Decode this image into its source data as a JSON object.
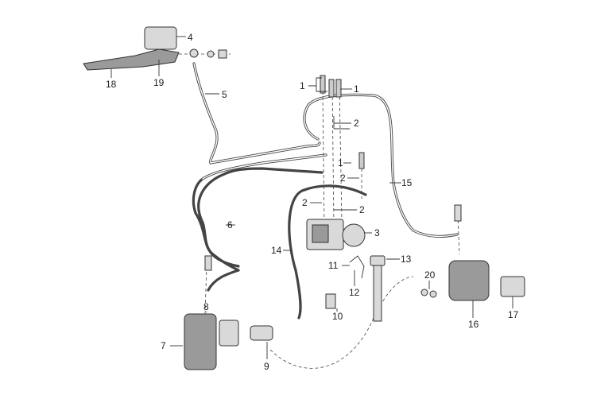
{
  "diagram": {
    "callouts": [
      {
        "id": "c4",
        "text": "4"
      },
      {
        "id": "c18",
        "text": "18"
      },
      {
        "id": "c19",
        "text": "19"
      },
      {
        "id": "c5",
        "text": "5"
      },
      {
        "id": "c1a",
        "text": "1"
      },
      {
        "id": "c1b",
        "text": "1"
      },
      {
        "id": "c2a",
        "text": "2"
      },
      {
        "id": "c1c",
        "text": "1"
      },
      {
        "id": "c2b",
        "text": "2"
      },
      {
        "id": "c15",
        "text": "15"
      },
      {
        "id": "c2c",
        "text": "2"
      },
      {
        "id": "c2d",
        "text": "2"
      },
      {
        "id": "c3",
        "text": "3"
      },
      {
        "id": "c6",
        "text": "6"
      },
      {
        "id": "c14",
        "text": "14"
      },
      {
        "id": "c11",
        "text": "11"
      },
      {
        "id": "c13",
        "text": "13"
      },
      {
        "id": "c12",
        "text": "12"
      },
      {
        "id": "c20",
        "text": "20"
      },
      {
        "id": "c10",
        "text": "10"
      },
      {
        "id": "c16",
        "text": "16"
      },
      {
        "id": "c17",
        "text": "17"
      },
      {
        "id": "c8",
        "text": "8"
      },
      {
        "id": "c7",
        "text": "7"
      },
      {
        "id": "c9",
        "text": "9"
      }
    ]
  }
}
